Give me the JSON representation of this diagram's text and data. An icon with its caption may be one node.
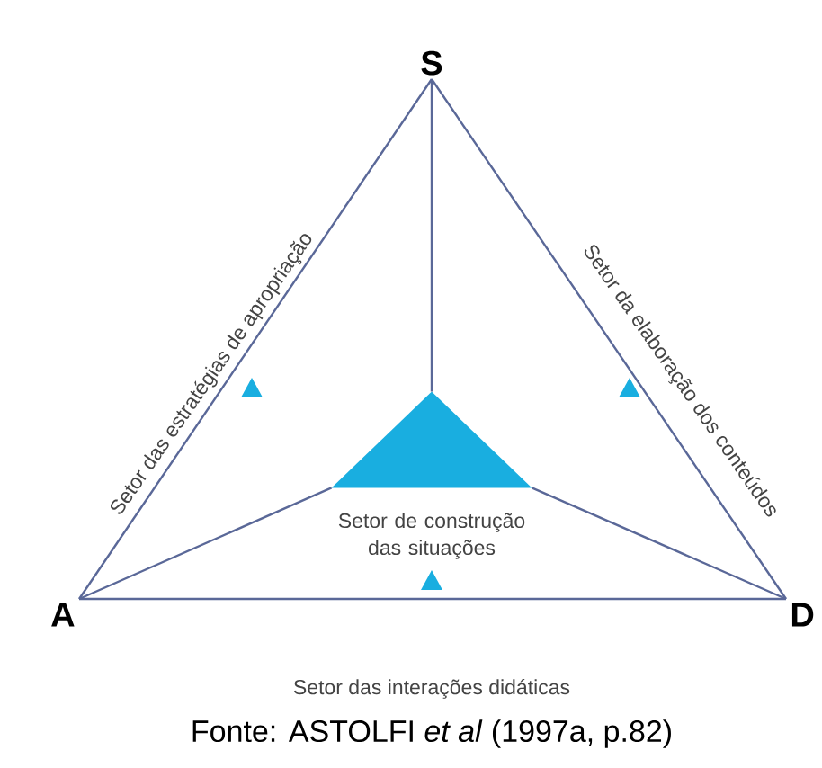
{
  "diagram": {
    "caption": "Fonte: ASTOLFI *et al* (1997a, p.82)",
    "nodes": [
      {
        "text": [
          "S"
        ]
      },
      {
        "text": [
          "A"
        ]
      },
      {
        "text": [
          "D"
        ]
      },
      {
        "text": [],
        "shape": "triangle"
      }
    ],
    "edges": [
      {
        "from": 0,
        "to": 1,
        "arrow": "none"
      },
      {
        "from": 0,
        "to": 2,
        "arrow": "none"
      },
      {
        "from": 1,
        "to": 2,
        "arrow": "none"
      },
      {
        "from": 3,
        "to": 0,
        "arrow": "none"
      },
      {
        "from": 3,
        "to": 1,
        "arrow": "none"
      },
      {
        "from": 3,
        "to": 2,
        "arrow": "none"
      }
    ],
    "labels": [
      "Setor das estratégias de apropriação",
      "Setor da elaboração dos conteúdos",
      "Setor de construção das situações",
      "Setor das interações didáticas"
    ]
  }
}
